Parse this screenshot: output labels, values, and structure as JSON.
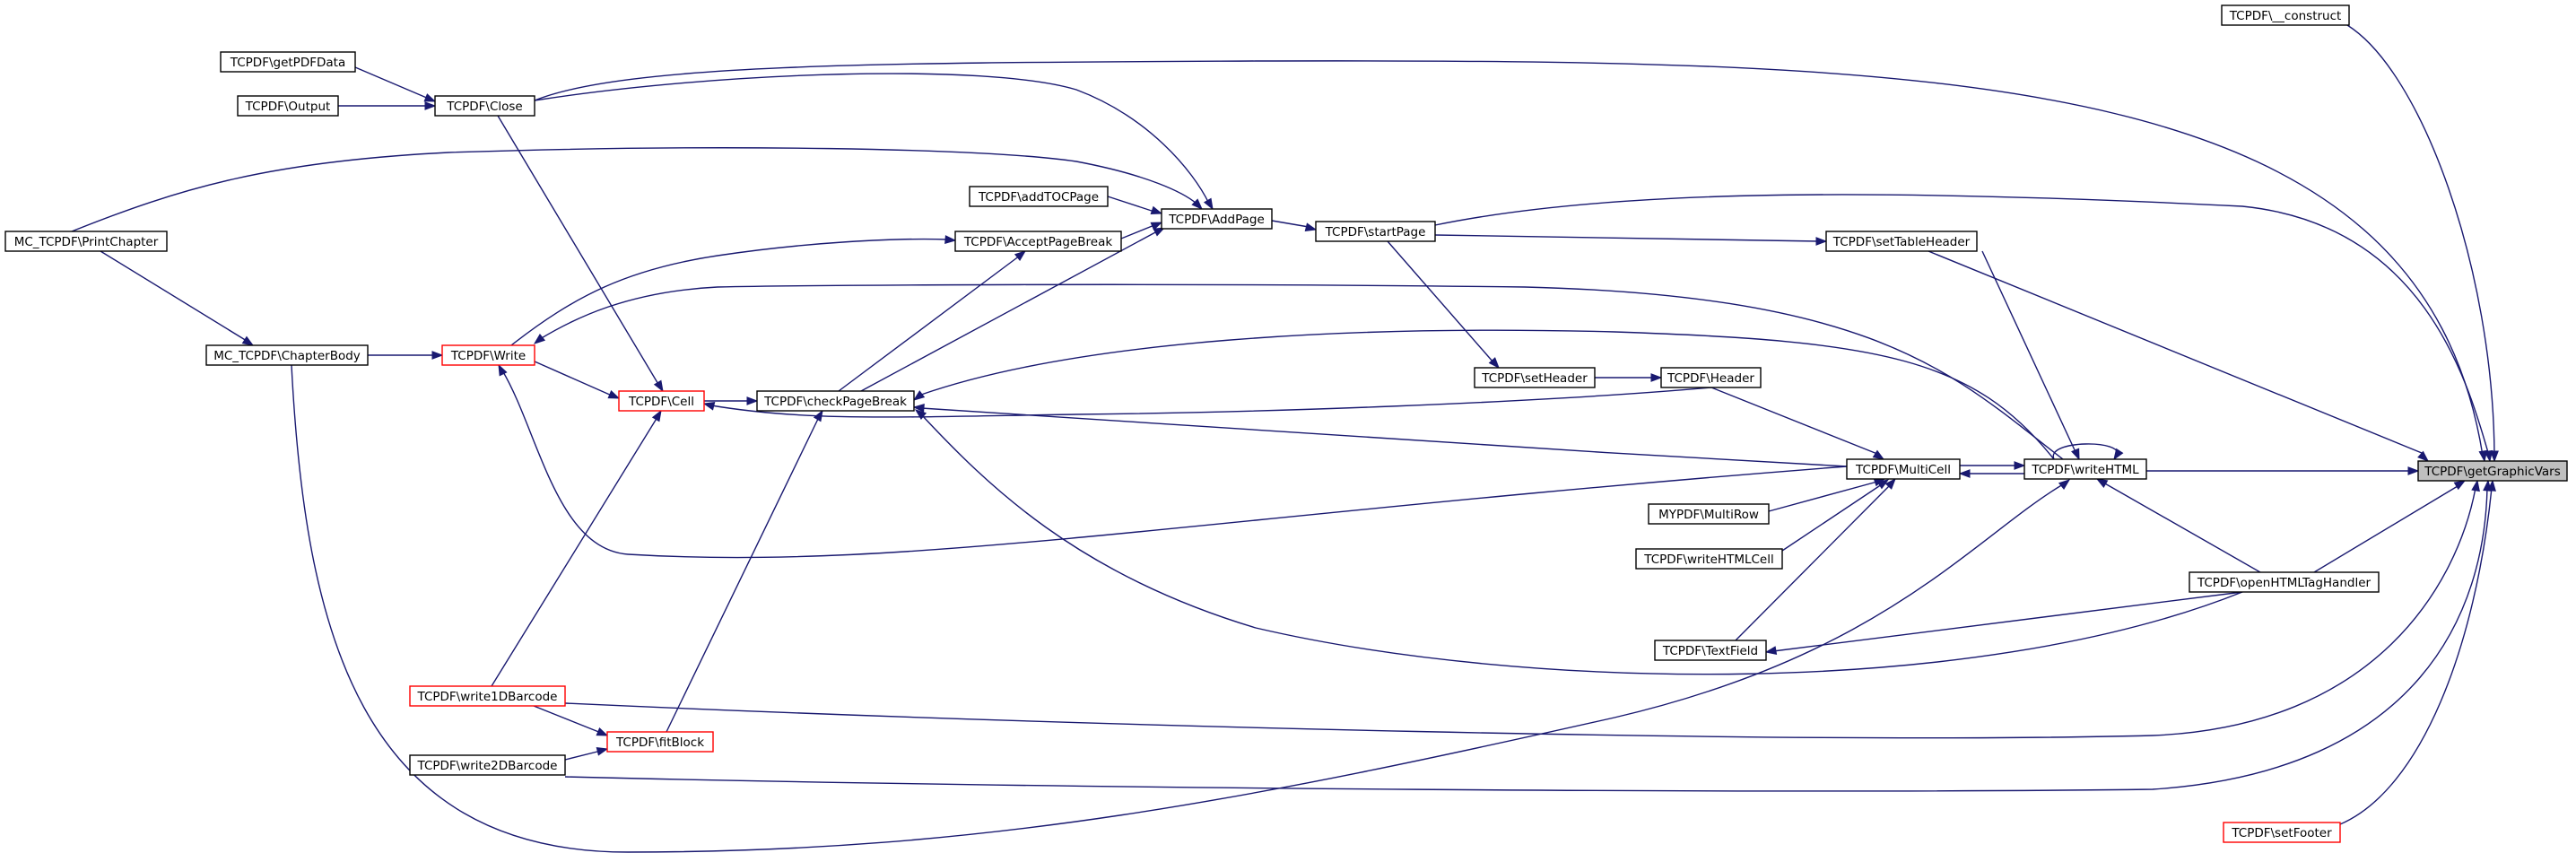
{
  "graph": {
    "type": "call-graph",
    "colors": {
      "edge": "#191970",
      "node_border": "#000000",
      "truncated_node_border": "#ff0000",
      "root_fill": "#bfbfbf",
      "node_fill": "#ffffff"
    },
    "nodes": [
      {
        "id": "getGraphicVars",
        "label": "TCPDF\\getGraphicVars",
        "style": "root"
      },
      {
        "id": "construct",
        "label": "TCPDF\\__construct",
        "style": "normal"
      },
      {
        "id": "getPDFData",
        "label": "TCPDF\\getPDFData",
        "style": "normal"
      },
      {
        "id": "Output",
        "label": "TCPDF\\Output",
        "style": "normal"
      },
      {
        "id": "Close",
        "label": "TCPDF\\Close",
        "style": "normal"
      },
      {
        "id": "addTOCPage",
        "label": "TCPDF\\addTOCPage",
        "style": "normal"
      },
      {
        "id": "AddPage",
        "label": "TCPDF\\AddPage",
        "style": "normal"
      },
      {
        "id": "startPage",
        "label": "TCPDF\\startPage",
        "style": "normal"
      },
      {
        "id": "AcceptPageBreak",
        "label": "TCPDF\\AcceptPageBreak",
        "style": "normal"
      },
      {
        "id": "setTableHeader",
        "label": "TCPDF\\setTableHeader",
        "style": "normal"
      },
      {
        "id": "PrintChapter",
        "label": "MC_TCPDF\\PrintChapter",
        "style": "normal"
      },
      {
        "id": "ChapterBody",
        "label": "MC_TCPDF\\ChapterBody",
        "style": "normal"
      },
      {
        "id": "Write",
        "label": "TCPDF\\Write",
        "style": "truncated"
      },
      {
        "id": "setHeader",
        "label": "TCPDF\\setHeader",
        "style": "normal"
      },
      {
        "id": "Header",
        "label": "TCPDF\\Header",
        "style": "normal"
      },
      {
        "id": "Cell",
        "label": "TCPDF\\Cell",
        "style": "truncated"
      },
      {
        "id": "checkPageBreak",
        "label": "TCPDF\\checkPageBreak",
        "style": "normal"
      },
      {
        "id": "MultiCell",
        "label": "TCPDF\\MultiCell",
        "style": "normal"
      },
      {
        "id": "writeHTML",
        "label": "TCPDF\\writeHTML",
        "style": "normal"
      },
      {
        "id": "MultiRow",
        "label": "MYPDF\\MultiRow",
        "style": "normal"
      },
      {
        "id": "writeHTMLCell",
        "label": "TCPDF\\writeHTMLCell",
        "style": "normal"
      },
      {
        "id": "openHTMLTagHandler",
        "label": "TCPDF\\openHTMLTagHandler",
        "style": "normal"
      },
      {
        "id": "TextField",
        "label": "TCPDF\\TextField",
        "style": "normal"
      },
      {
        "id": "write1DBarcode",
        "label": "TCPDF\\write1DBarcode",
        "style": "truncated"
      },
      {
        "id": "fitBlock",
        "label": "TCPDF\\fitBlock",
        "style": "truncated"
      },
      {
        "id": "write2DBarcode",
        "label": "TCPDF\\write2DBarcode",
        "style": "normal"
      },
      {
        "id": "setFooter",
        "label": "TCPDF\\setFooter",
        "style": "truncated"
      }
    ],
    "edges": [
      {
        "from": "construct",
        "to": "getGraphicVars"
      },
      {
        "from": "Close",
        "to": "getGraphicVars"
      },
      {
        "from": "startPage",
        "to": "getGraphicVars"
      },
      {
        "from": "setTableHeader",
        "to": "getGraphicVars"
      },
      {
        "from": "writeHTML",
        "to": "getGraphicVars"
      },
      {
        "from": "openHTMLTagHandler",
        "to": "getGraphicVars"
      },
      {
        "from": "write1DBarcode",
        "to": "getGraphicVars"
      },
      {
        "from": "write2DBarcode",
        "to": "getGraphicVars"
      },
      {
        "from": "setFooter",
        "to": "getGraphicVars"
      },
      {
        "from": "getPDFData",
        "to": "Close"
      },
      {
        "from": "Output",
        "to": "Close"
      },
      {
        "from": "Close",
        "to": "AddPage"
      },
      {
        "from": "PrintChapter",
        "to": "AddPage"
      },
      {
        "from": "addTOCPage",
        "to": "AddPage"
      },
      {
        "from": "AcceptPageBreak",
        "to": "AddPage"
      },
      {
        "from": "checkPageBreak",
        "to": "AddPage"
      },
      {
        "from": "AddPage",
        "to": "startPage"
      },
      {
        "from": "startPage",
        "to": "setTableHeader"
      },
      {
        "from": "startPage",
        "to": "setHeader"
      },
      {
        "from": "Write",
        "to": "AcceptPageBreak"
      },
      {
        "from": "checkPageBreak",
        "to": "AcceptPageBreak"
      },
      {
        "from": "PrintChapter",
        "to": "ChapterBody"
      },
      {
        "from": "ChapterBody",
        "to": "Write"
      },
      {
        "from": "writeHTML",
        "to": "Write"
      },
      {
        "from": "MultiCell",
        "to": "Write"
      },
      {
        "from": "Close",
        "to": "Cell"
      },
      {
        "from": "Write",
        "to": "Cell"
      },
      {
        "from": "Header",
        "to": "Cell"
      },
      {
        "from": "write1DBarcode",
        "to": "Cell"
      },
      {
        "from": "Cell",
        "to": "checkPageBreak"
      },
      {
        "from": "writeHTML",
        "to": "checkPageBreak"
      },
      {
        "from": "MultiCell",
        "to": "checkPageBreak"
      },
      {
        "from": "openHTMLTagHandler",
        "to": "checkPageBreak"
      },
      {
        "from": "fitBlock",
        "to": "checkPageBreak"
      },
      {
        "from": "setHeader",
        "to": "Header"
      },
      {
        "from": "Header",
        "to": "MultiCell"
      },
      {
        "from": "writeHTML",
        "to": "MultiCell"
      },
      {
        "from": "MultiRow",
        "to": "MultiCell"
      },
      {
        "from": "writeHTMLCell",
        "to": "MultiCell"
      },
      {
        "from": "TextField",
        "to": "MultiCell"
      },
      {
        "from": "setTableHeader",
        "to": "writeHTML"
      },
      {
        "from": "writeHTML",
        "to": "writeHTML"
      },
      {
        "from": "MultiCell",
        "to": "writeHTML"
      },
      {
        "from": "openHTMLTagHandler",
        "to": "writeHTML"
      },
      {
        "from": "ChapterBody",
        "to": "writeHTML"
      },
      {
        "from": "openHTMLTagHandler",
        "to": "TextField"
      },
      {
        "from": "write1DBarcode",
        "to": "fitBlock"
      },
      {
        "from": "write2DBarcode",
        "to": "fitBlock"
      }
    ]
  }
}
